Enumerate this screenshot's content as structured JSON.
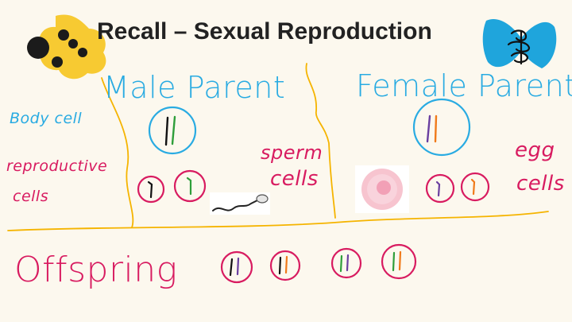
{
  "title": "Recall – Sexual Reproduction",
  "labels": {
    "male_parent": "Male Parent",
    "female_parent": "Female Parent",
    "body_cell": "Body cell",
    "reproductive_cells_line1": "reproductive",
    "reproductive_cells_line2": "cells",
    "sperm_cells_line1": "sperm",
    "sperm_cells_line2": "cells",
    "egg_cells_line1": "egg",
    "egg_cells_line2": "cells",
    "offspring": "Offspring"
  },
  "colors": {
    "background": "#fcf8ee",
    "title": "#222222",
    "cyan_ink": "#29abe2",
    "magenta_ink": "#d81b60",
    "divider": "#f5b400",
    "chromosome_green": "#2e9e3a",
    "chromosome_black": "#111111",
    "chromosome_purple": "#6a3fa0",
    "chromosome_orange": "#f07a1a",
    "decor_yellow": "#f7ca32",
    "decor_blue": "#1fa5dc"
  },
  "icons": {
    "top_left": "yellow-blob-with-dots-decoration",
    "top_right": "blue-bowtie-with-chromosome-decoration",
    "sperm": "sperm-cell-image",
    "egg": "egg-cell-image"
  }
}
